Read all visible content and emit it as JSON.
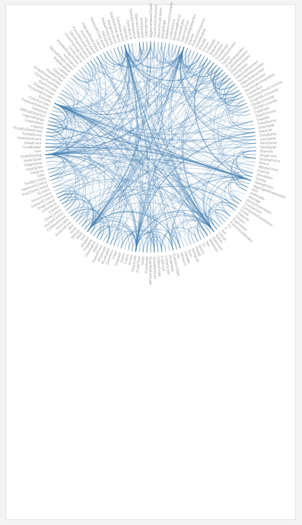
{
  "colors": {
    "page_background": "#f3f3f3",
    "card_background": "#ffffff",
    "card_border": "#e1e1e1",
    "link": "#4682b4",
    "label": "#9a9a9a"
  },
  "diagram": {
    "type": "hierarchical-edge-bundling",
    "nodes": [
      "AgglomerativeCluster",
      "CommunityStructure",
      "HierarchicalCluster",
      "MergeEdge",
      "BetweennessCentrality",
      "LinkDistance",
      "MaxFlowMinCut",
      "ShortestPaths",
      "SpanningTree",
      "AspectRatioBanker",
      "Easing",
      "FunctionSequence",
      "ISchedulable",
      "Parallel",
      "Pause",
      "Scheduler",
      "Sequence",
      "Transition",
      "Transitioner",
      "TransitionEvent",
      "Tween",
      "ArrayInterpolator",
      "ColorInterpolator",
      "DateInterpolator",
      "Interpolator",
      "MatrixInterpolator",
      "NumberInterpolator",
      "ObjectInterpolator",
      "PointInterpolator",
      "RectangleInterpolator",
      "Converters",
      "DelimitedTextConverter",
      "GraphMLConverter",
      "IDataConverter",
      "JSONConverter",
      "DataField",
      "DataSchema",
      "DataSet",
      "DataSource",
      "DataTable",
      "DataUtil",
      "DirtySprite",
      "LineSprite",
      "RectSprite",
      "TextSprite",
      "FlareVis",
      "DragForce",
      "GravityForce",
      "IForce",
      "NBodyForce",
      "Particle",
      "Simulation",
      "Spring",
      "SpringForce",
      "AggregateExpression",
      "And",
      "Arithmetic",
      "Average",
      "BinaryExpression",
      "Comparison",
      "CompositeExpression",
      "Count",
      "DateUtil",
      "Distinct",
      "Expression",
      "ExpressionIterator",
      "Fn",
      "If",
      "IsA",
      "Literal",
      "Match",
      "Maximum",
      "Minimum",
      "Not",
      "Or",
      "Query",
      "Range",
      "StringUtil",
      "Sum",
      "Variable",
      "Variance",
      "Xor",
      "FunctionTable",
      "IScaleMap",
      "LinearScale",
      "LogScale",
      "OrdinalScale",
      "QuantileScale",
      "QuantitativeScale",
      "RootScale",
      "Scale",
      "ScaleType",
      "TimeScale",
      "Arrays",
      "Colors",
      "Dates",
      "Displays",
      "Filter",
      "Geometry",
      "IEvaluable",
      "IPredicate",
      "IValueProxy",
      "Maths",
      "Orientation",
      "Property",
      "Shapes",
      "Sort",
      "Stats",
      "Strings",
      "Axes",
      "Axis",
      "AxisGridLine",
      "AxisLabel",
      "CartesianAxes",
      "AnchorControl",
      "ClickControl",
      "Control",
      "ControlList",
      "DragControl",
      "ExpandControl",
      "HoverControl",
      "IControl",
      "PanZoomControl",
      "SelectionControl",
      "TooltipControl",
      "Data",
      "DataList",
      "DataSprite",
      "EdgeSprite",
      "NodeSprite",
      "ScaleBinding",
      "Tree",
      "TreeBuilder",
      "DataEvent",
      "SelectionEvent",
      "TooltipEvent",
      "VisualizationEvent",
      "Legend",
      "LegendItem",
      "LegendRange",
      "BifocalDistortion",
      "Distortion",
      "FisheyeDistortion",
      "ColorEncoder",
      "Encoder",
      "PropertyEncoder",
      "ShapeEncoder",
      "SizeEncoder",
      "FisheyeTreeFilter",
      "GraphDistanceFilter",
      "VisibilityFilter",
      "IOperator",
      "Labeler",
      "RadialLabeler",
      "StackedAreaLabeler",
      "AxisLayout",
      "BundledEdgeRouter",
      "CircleLayout",
      "CirclePackingLayout",
      "DendrogramLayout",
      "ForceDirectedLayout",
      "IcicleTreeLayout",
      "IndentedTreeLayout",
      "Layout",
      "NodeLinkTreeLayout",
      "PieLayout",
      "RadialTreeLayout",
      "RandomLayout",
      "StackedAreaLayout",
      "TreeMapLayout",
      "Operator",
      "OperatorList",
      "OperatorSequence",
      "OperatorSwitch",
      "SortOperator",
      "Visualization"
    ]
  }
}
